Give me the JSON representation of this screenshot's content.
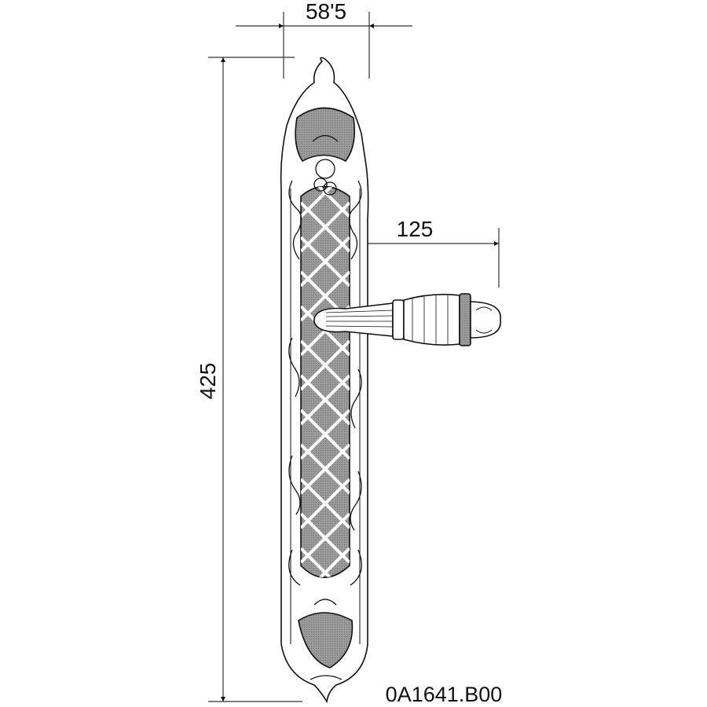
{
  "drawing": {
    "product_code": "0A1641.B00",
    "dimensions": {
      "plate_width": "58'5",
      "plate_height": "425",
      "lever_length": "125"
    },
    "colors": {
      "line": "#111111",
      "panel_fill": "#8a8a8a",
      "background": "#ffffff"
    }
  }
}
